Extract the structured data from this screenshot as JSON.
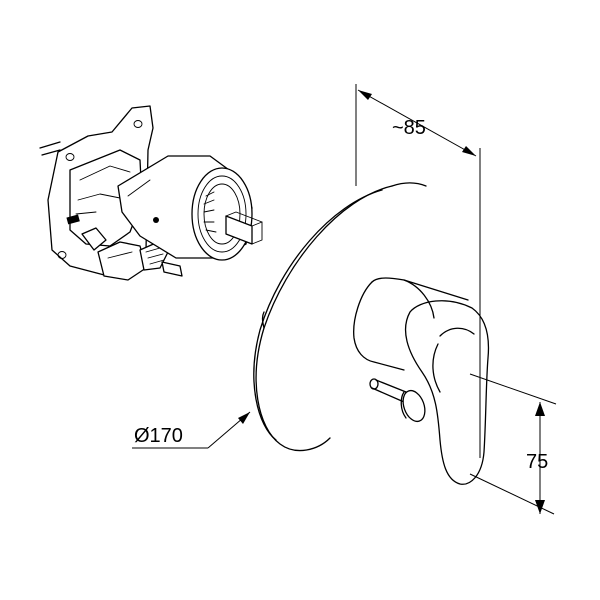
{
  "dimensions": {
    "depth_label": "~85",
    "diameter_label": "Ø170",
    "height_label": "75"
  }
}
